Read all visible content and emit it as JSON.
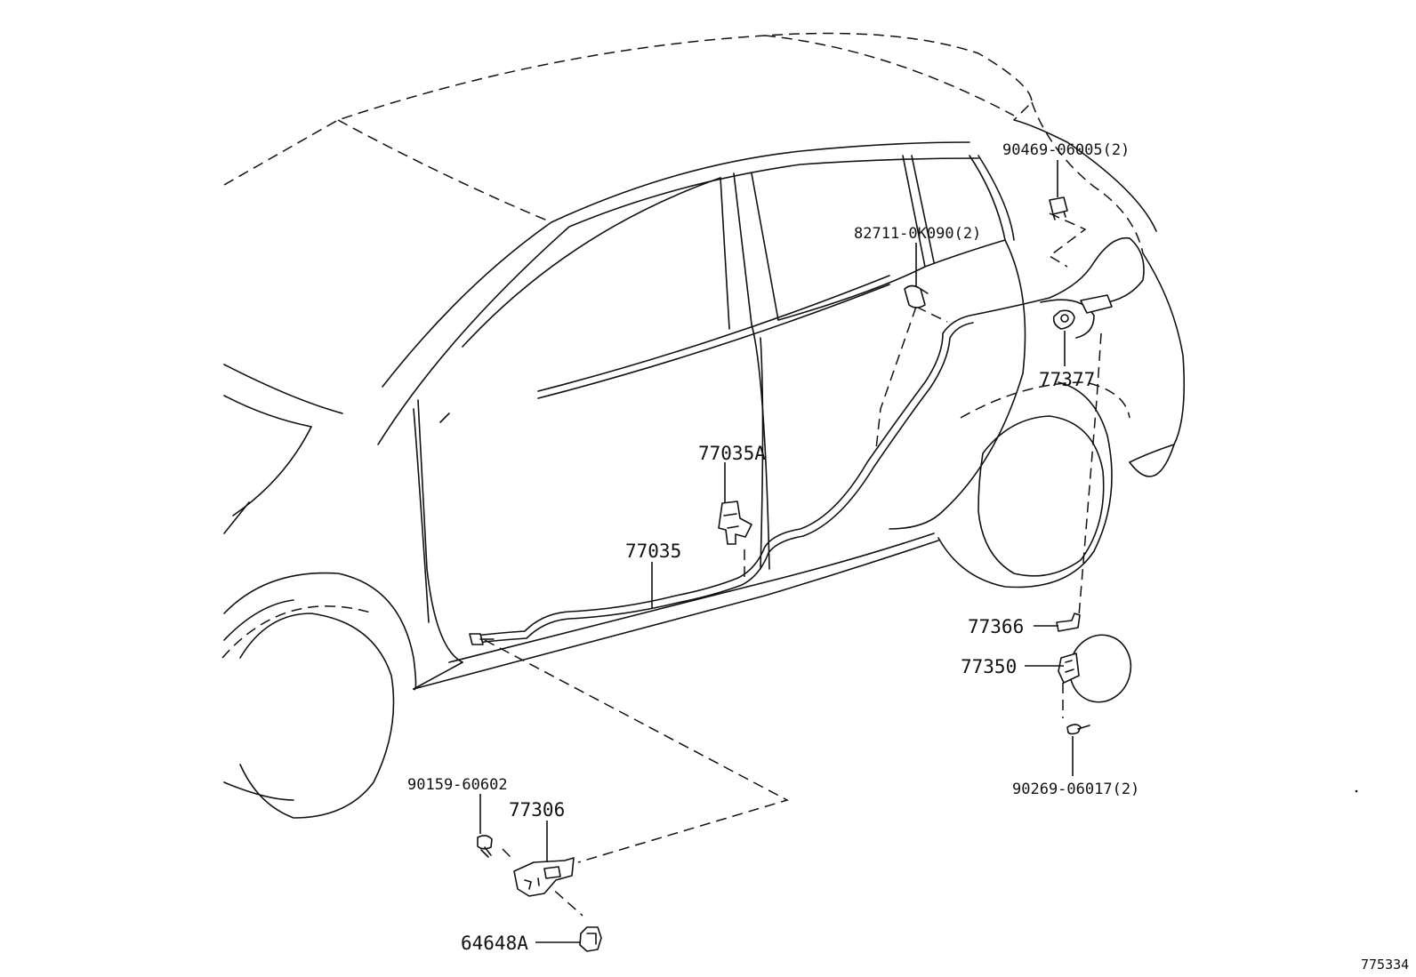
{
  "diagram": {
    "labels": {
      "p_90469": "90469-06005(2)",
      "p_82711": "82711-0K090(2)",
      "p_77377": "77377",
      "p_77035A": "77035A",
      "p_77035": "77035",
      "p_77366": "77366",
      "p_77350": "77350",
      "p_90269": "90269-06017(2)",
      "p_90159": "90159-60602",
      "p_77306": "77306",
      "p_64648A": "64648A"
    },
    "reference_number": "775334"
  }
}
